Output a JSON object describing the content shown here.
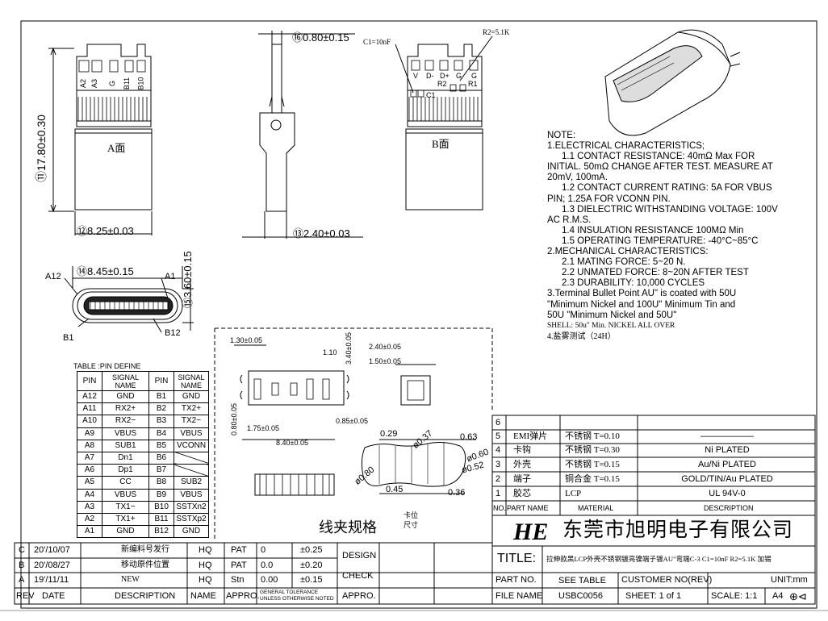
{
  "dims": {
    "d01": "⑪17.80±0.30",
    "d02": "⑫8.25±0.03",
    "d03": "⑬2.40±0.03",
    "d04": "⑭8.45±0.15",
    "d05": "⑮3.60±0.15",
    "d06": "⑯0.80±0.15",
    "c1": "C1=10nF",
    "r2": "R2=5.1K",
    "faceA": "A面",
    "faceB": "B面",
    "a12": "A12",
    "a1": "A1",
    "b1": "B1",
    "b12": "B12",
    "top_pins": [
      "A2",
      "A3",
      "G",
      "B11",
      "B10"
    ],
    "b_pins": [
      "V",
      "D-",
      "D+",
      "G",
      "G"
    ],
    "c1_label": "C1",
    "r2_label": "R2",
    "r1_label": "R1"
  },
  "clamp": {
    "d130": "1.30±0.05",
    "d110": "1.10",
    "d340": "3.40±0.05",
    "d240": "2.40±0.05",
    "d150": "1.50±0.05",
    "d080": "0.80±0.05",
    "d175": "1.75±0.05",
    "d085": "0.85±0.05",
    "d840": "8.40±0.05",
    "d029": "0.29",
    "d037": "ø0.37",
    "d063": "0.63",
    "d060": "ø0.60",
    "d052": "ø0.52",
    "d080b": "ø0.80",
    "d045": "0.45",
    "d036": "0.36",
    "title": "线夹规格",
    "subtitle": "卡位尺寸"
  },
  "notes": [
    "NOTE:",
    "1.ELECTRICAL CHARACTERISTICS;",
    "   1.1 CONTACT RESISTANCE: 40mΩ Max FOR",
    "INITIAL. 50mΩ CHANGE AFTER TEST. MEASURE AT",
    "20mV, 100mA.",
    "   1.2 CONTACT CURRENT RATING: 5A FOR VBUS",
    "PIN; 1.25A FOR VCONN PIN.",
    "   1.3 DIELECTRIC WITHSTANDING VOLTAGE: 100V",
    "AC R.M.S.",
    "   1.4 INSULATION RESISTANCE 100MΩ Min",
    "   1.5 OPERATING TEMPERATURE: -40°C~85°C",
    "2.MECHANICAL CHARACTERISTICS:",
    "   2.1 MATING FORCE: 5~20 N.",
    "   2.2 UNMATED FORCE: 8~20N AFTER TEST",
    "   2.3 DURABILITY: 10,000 CYCLES",
    "3.Terminal Bullet Point AU\" is coated with 50U",
    "\"Minimum Nickel and 100U\" Minimum Tin and",
    "50U \"Minimum Nickel and 50U\"",
    "SHELL: 50u\" Min. NICKEL ALL OVER",
    "4.盐雾测试（24H）"
  ],
  "pin_table": {
    "caption": "TABLE :PIN DEFINE",
    "headers": [
      "PIN",
      "SIGNAL NAME",
      "PIN",
      "SIGNAL NAME"
    ],
    "rows": [
      [
        "A12",
        "GND",
        "B1",
        "GND"
      ],
      [
        "A11",
        "RX2+",
        "B2",
        "TX2+"
      ],
      [
        "A10",
        "RX2−",
        "B3",
        "TX2−"
      ],
      [
        "A9",
        "VBUS",
        "B4",
        "VBUS"
      ],
      [
        "A8",
        "SUB1",
        "B5",
        "VCONN"
      ],
      [
        "A7",
        "Dn1",
        "B6",
        ""
      ],
      [
        "A6",
        "Dp1",
        "B7",
        ""
      ],
      [
        "A5",
        "CC",
        "B8",
        "SUB2"
      ],
      [
        "A4",
        "VBUS",
        "B9",
        "VBUS"
      ],
      [
        "A3",
        "TX1−",
        "B10",
        "SSTXn2"
      ],
      [
        "A2",
        "TX1+",
        "B11",
        "SSTXp2"
      ],
      [
        "A1",
        "GND",
        "B12",
        "GND"
      ]
    ]
  },
  "bom": {
    "rows": [
      {
        "no": "6",
        "part": "",
        "mat": "",
        "desc": ""
      },
      {
        "no": "5",
        "part": "EMI弹片",
        "mat": "不锈钢 T=0.10",
        "desc": "——————"
      },
      {
        "no": "4",
        "part": "卡钩",
        "mat": "不锈钢 T=0.30",
        "desc": "Ni PLATED"
      },
      {
        "no": "3",
        "part": "外壳",
        "mat": "不锈钢 T=0.15",
        "desc": "Au/Ni PLATED"
      },
      {
        "no": "2",
        "part": "端子",
        "mat": "铜合金 T=0.15",
        "desc": "GOLD/TIN/Au PLATED"
      },
      {
        "no": "1",
        "part": "胶芯",
        "mat": "LCP",
        "desc": "UL 94V-0"
      }
    ],
    "header": {
      "no": "NO.",
      "part": "PART NAME",
      "mat": "MATERIAL",
      "desc": "DESCRIPTION"
    }
  },
  "title_block": {
    "company": "东莞市旭明电子有限公司",
    "title_label": "TITLE:",
    "title_text": "拉伸款黑LCP外壳不锈钢镀亮镍端子镀AU\"弯端C-3 C1=10nF R2=5.1K 加锡",
    "part_no_label": "PART NO.",
    "part_no": "SEE TABLE",
    "customer_no": "CUSTOMER NO(REV)",
    "unit": "UNIT:mm",
    "file_name_label": "FILE NAME",
    "file_name": "USBC0056",
    "sheet": "SHEET: 1 of 1",
    "scale": "SCALE: 1:1",
    "size": "A4"
  },
  "revisions": {
    "rows": [
      {
        "rev": "C",
        "date": "20'/10/07",
        "desc": "新编料号发行",
        "name": "HQ"
      },
      {
        "rev": "B",
        "date": "20'/08/27",
        "desc": "移动原件位置",
        "name": "HQ"
      },
      {
        "rev": "A",
        "date": "19'/11/11",
        "desc": "NEW",
        "name": "HQ"
      }
    ],
    "header": {
      "rev": "REV",
      "date": "DATE",
      "desc": "DESCRIPTION",
      "name": "NAME",
      "appr": "APPRO."
    }
  },
  "tolerance": {
    "rows": [
      {
        "k": "PAT",
        "v": "0",
        "t": "±0.25"
      },
      {
        "k": "PAT",
        "v": "0.0",
        "t": "±0.20"
      },
      {
        "k": "Stn",
        "v": "0.00",
        "t": "±0.15"
      }
    ],
    "general": "GENERAL TOLERANCE UNLESS OTHERWISE NOTED",
    "design": "DESIGN",
    "check": "CHECK",
    "appro": "APPRO."
  }
}
